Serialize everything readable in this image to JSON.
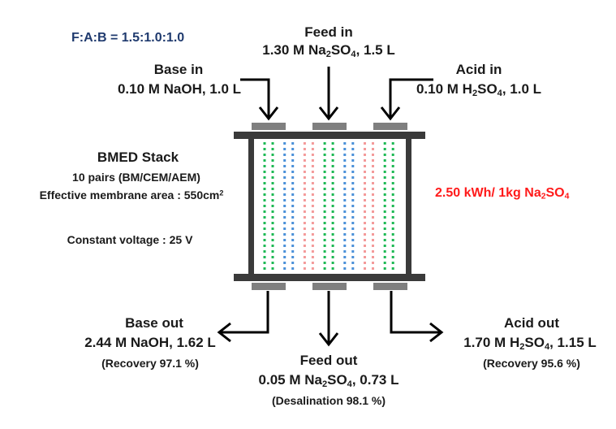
{
  "ratio": "F:A:B = 1.5:1.0:1.0",
  "feed_in": {
    "title": "Feed in",
    "conc": "1.30 M Na",
    "sub1": "2",
    "mid": "SO",
    "sub2": "4",
    "rest": ", 1.5 L"
  },
  "base_in": {
    "title": "Base in",
    "detail": "0.10 M NaOH, 1.0 L"
  },
  "acid_in": {
    "title": "Acid in",
    "conc": "0.10 M H",
    "sub1": "2",
    "mid": "SO",
    "sub2": "4",
    "rest": ", 1.0 L"
  },
  "stack": {
    "title": "BMED Stack",
    "pairs": "10 pairs (BM/CEM/AEM)",
    "area": "Effective membrane area : 550cm",
    "area_sup": "2",
    "voltage": "Constant voltage : 25 V",
    "channels": [
      "green",
      "green",
      "blue",
      "blue",
      "pink",
      "pink",
      "green",
      "green",
      "blue",
      "blue",
      "pink",
      "pink",
      "green",
      "green"
    ]
  },
  "energy": {
    "value": "2.50 kWh/ 1kg Na",
    "sub1": "2",
    "mid": "SO",
    "sub2": "4"
  },
  "base_out": {
    "title": "Base out",
    "detail": "2.44 M NaOH, 1.62 L",
    "note": "(Recovery 97.1 %)"
  },
  "feed_out": {
    "title": "Feed out",
    "conc": "0.05 M Na",
    "sub1": "2",
    "mid": "SO",
    "sub2": "4",
    "rest": ", 0.73 L",
    "note": "(Desalination  98.1 %)"
  },
  "acid_out": {
    "title": "Acid out",
    "conc": "1.70 M H",
    "sub1": "2",
    "mid": "SO",
    "sub2": "4",
    "rest": ", 1.15 L",
    "note": "(Recovery 95.6 %)"
  },
  "colors": {
    "green": "#1db954",
    "blue": "#4a90d9",
    "pink": "#f49a9a",
    "frame": "#3a3a3a",
    "port": "#7f7f7f",
    "energy": "#ff1a1a",
    "ratio": "#1f3a6e"
  }
}
